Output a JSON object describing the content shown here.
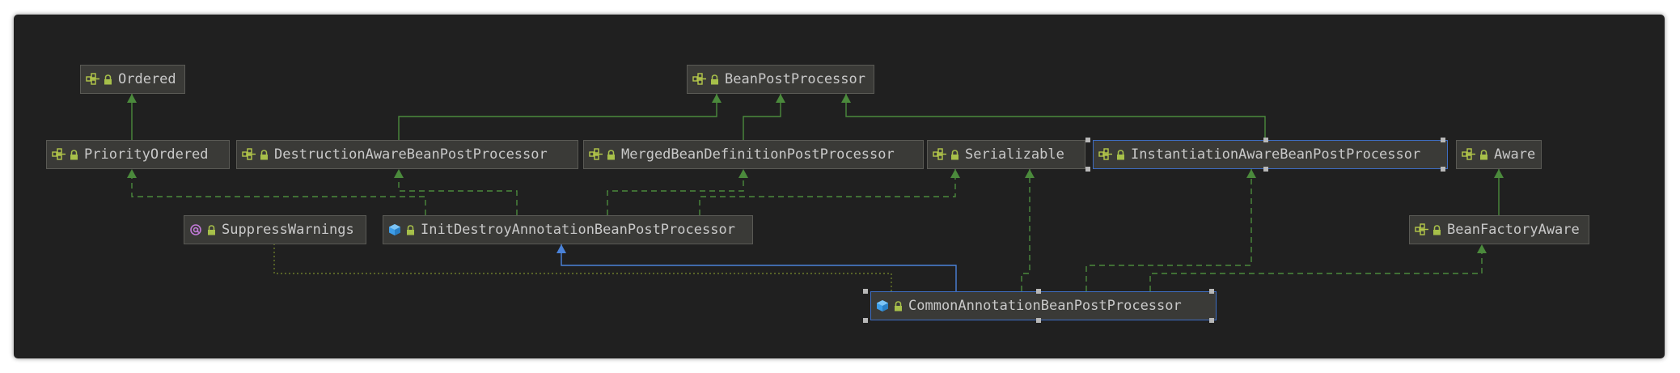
{
  "colors": {
    "background": "#202020",
    "node_fill": "#3a3a37",
    "node_border": "#5a5a55",
    "selected_border": "#3e6dc2",
    "extends_edge": "#4b8a3c",
    "class_extends_edge": "#4a82d9",
    "annotation_edge": "#6a7a2a",
    "text": "#c9c9c9"
  },
  "nodes": [
    {
      "id": "ordered",
      "label": "Ordered",
      "kind": "interface"
    },
    {
      "id": "bean-post-processor",
      "label": "BeanPostProcessor",
      "kind": "interface"
    },
    {
      "id": "priority-ordered",
      "label": "PriorityOrdered",
      "kind": "interface"
    },
    {
      "id": "destruction-aware",
      "label": "DestructionAwareBeanPostProcessor",
      "kind": "interface"
    },
    {
      "id": "merged-bean-definition",
      "label": "MergedBeanDefinitionPostProcessor",
      "kind": "interface"
    },
    {
      "id": "serializable",
      "label": "Serializable",
      "kind": "interface"
    },
    {
      "id": "instantiation-aware",
      "label": "InstantiationAwareBeanPostProcessor",
      "kind": "interface",
      "selected": true
    },
    {
      "id": "aware",
      "label": "Aware",
      "kind": "interface"
    },
    {
      "id": "suppress-warnings",
      "label": "SuppressWarnings",
      "kind": "annotation"
    },
    {
      "id": "init-destroy",
      "label": "InitDestroyAnnotationBeanPostProcessor",
      "kind": "class"
    },
    {
      "id": "bean-factory-aware",
      "label": "BeanFactoryAware",
      "kind": "interface"
    },
    {
      "id": "common-annotation",
      "label": "CommonAnnotationBeanPostProcessor",
      "kind": "class",
      "selected": true
    }
  ],
  "edges": [
    {
      "from": "priority-ordered",
      "to": "ordered",
      "type": "extends"
    },
    {
      "from": "destruction-aware",
      "to": "bean-post-processor",
      "type": "extends"
    },
    {
      "from": "merged-bean-definition",
      "to": "bean-post-processor",
      "type": "extends"
    },
    {
      "from": "instantiation-aware",
      "to": "bean-post-processor",
      "type": "extends"
    },
    {
      "from": "bean-factory-aware",
      "to": "aware",
      "type": "extends"
    },
    {
      "from": "init-destroy",
      "to": "priority-ordered",
      "type": "implements"
    },
    {
      "from": "init-destroy",
      "to": "destruction-aware",
      "type": "implements"
    },
    {
      "from": "init-destroy",
      "to": "merged-bean-definition",
      "type": "implements"
    },
    {
      "from": "init-destroy",
      "to": "serializable",
      "type": "implements"
    },
    {
      "from": "common-annotation",
      "to": "init-destroy",
      "type": "class-extends"
    },
    {
      "from": "common-annotation",
      "to": "serializable",
      "type": "implements"
    },
    {
      "from": "common-annotation",
      "to": "instantiation-aware",
      "type": "implements"
    },
    {
      "from": "common-annotation",
      "to": "bean-factory-aware",
      "type": "implements"
    },
    {
      "from": "common-annotation",
      "to": "suppress-warnings",
      "type": "annotated"
    }
  ]
}
